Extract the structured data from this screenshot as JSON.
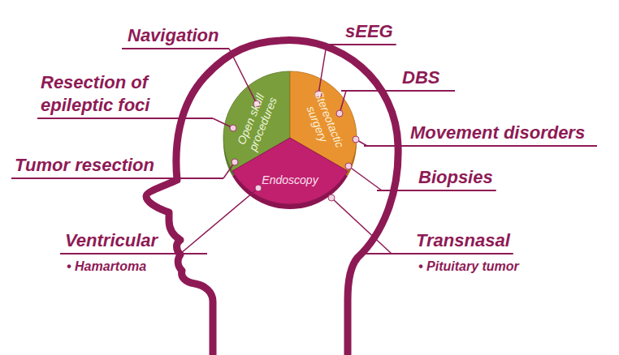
{
  "diagram": {
    "nodes": [
      {
        "text": [
          "Open skull procedures"
        ]
      },
      {
        "text": [
          "Stereotactic surgery"
        ]
      },
      {
        "text": [
          "Endoscopy"
        ]
      }
    ],
    "labels": [
      "Navigation",
      "sEEG",
      "Resection of epileptic foci",
      "DBS",
      "Movement disorders",
      "Tumor resection",
      "Biopsies",
      "Ventricular",
      "• Hamartoma",
      "Transnasal",
      "• Pituitary tumor"
    ]
  }
}
